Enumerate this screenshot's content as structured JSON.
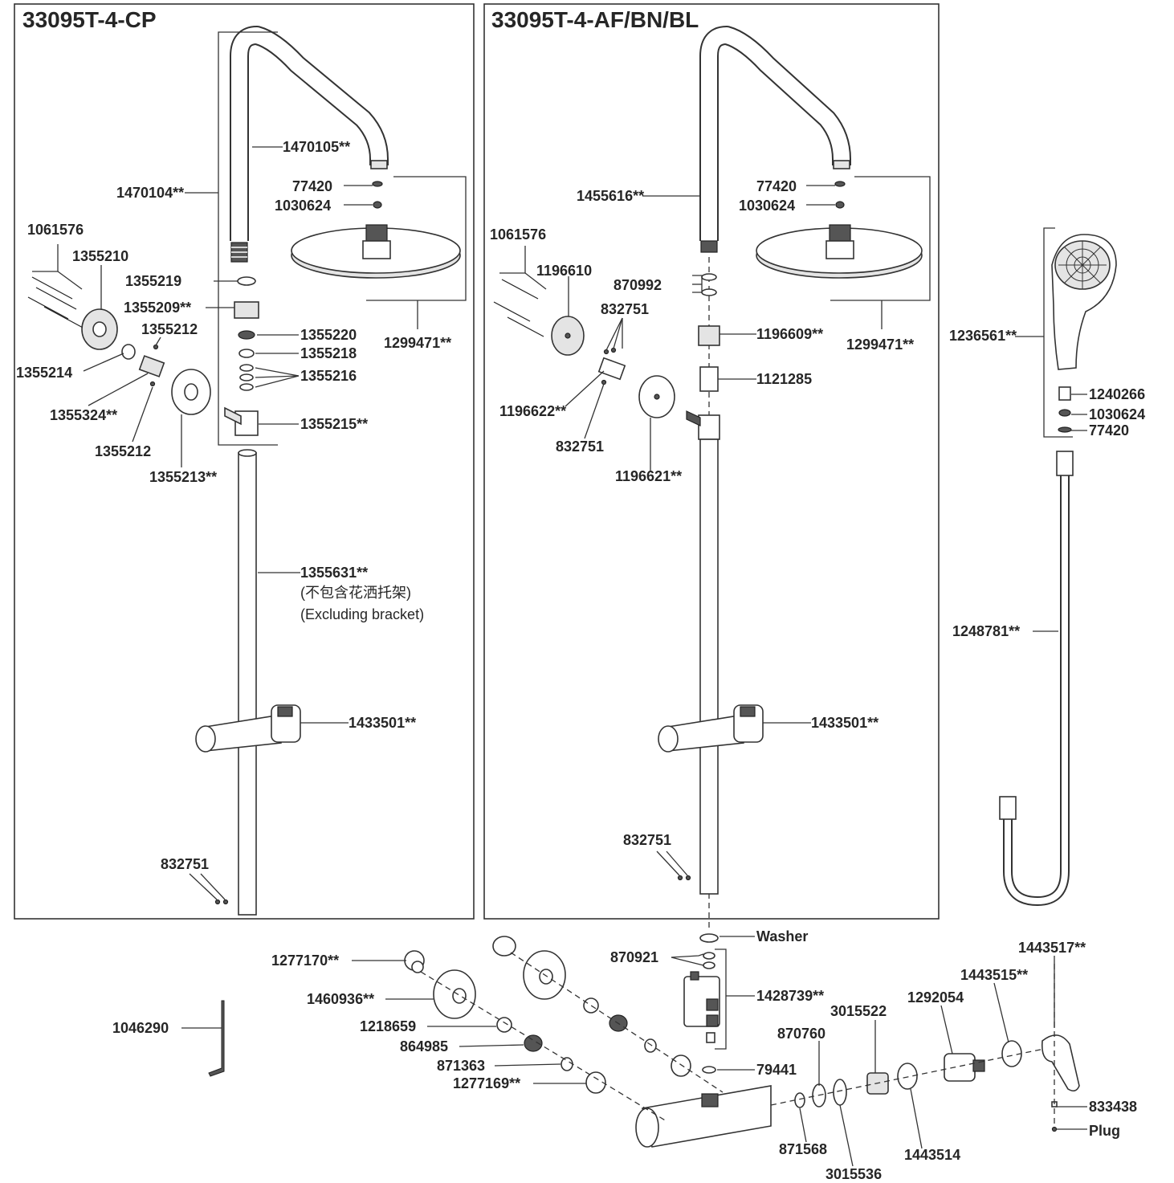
{
  "panels": {
    "left_title": "33095T-4-CP",
    "middle_title": "33095T-4-AF/BN/BL"
  },
  "labels": {
    "l_1470105": "1470105**",
    "l_1470104": "1470104**",
    "l_77420": "77420",
    "l_1030624": "1030624",
    "l_1061576": "1061576",
    "l_1355210": "1355210",
    "l_1355219": "1355219",
    "l_1355209": "1355209**",
    "l_1355212a": "1355212",
    "l_1355220": "1355220",
    "l_1355218": "1355218",
    "l_1355214": "1355214",
    "l_1355216": "1355216",
    "l_1355324": "1355324**",
    "l_1355215": "1355215**",
    "l_1355212b": "1355212",
    "l_1355213": "1355213**",
    "l_1299471": "1299471**",
    "l_1355631": "1355631**",
    "l_note_cn": "(不包含花洒托架)",
    "l_note_en": "(Excluding bracket)",
    "l_1433501": "1433501**",
    "l_832751": "832751",
    "m_1455616": "1455616**",
    "m_77420": "77420",
    "m_1030624": "1030624",
    "m_1061576": "1061576",
    "m_1196610": "1196610",
    "m_870992": "870992",
    "m_832751a": "832751",
    "m_1196609": "1196609**",
    "m_1299471": "1299471**",
    "m_1121285": "1121285",
    "m_1196622": "1196622**",
    "m_832751b": "832751",
    "m_1196621": "1196621**",
    "m_1433501": "1433501**",
    "m_832751c": "832751",
    "r_1236561": "1236561**",
    "r_1240266": "1240266",
    "r_1030624": "1030624",
    "r_77420": "77420",
    "r_1248781": "1248781**",
    "b_washer": "Washer",
    "b_870921": "870921",
    "b_1428739": "1428739**",
    "b_1277170": "1277170**",
    "b_1460936": "1460936**",
    "b_1218659": "1218659",
    "b_864985": "864985",
    "b_871363": "871363",
    "b_1277169": "1277169**",
    "b_1046290": "1046290",
    "b_79441": "79441",
    "b_3015522": "3015522",
    "b_870760": "870760",
    "b_1292054": "1292054",
    "b_1443515": "1443515**",
    "b_1443517": "1443517**",
    "b_871568": "871568",
    "b_3015536": "3015536",
    "b_1443514": "1443514",
    "b_833438": "833438",
    "b_plug": "Plug"
  }
}
